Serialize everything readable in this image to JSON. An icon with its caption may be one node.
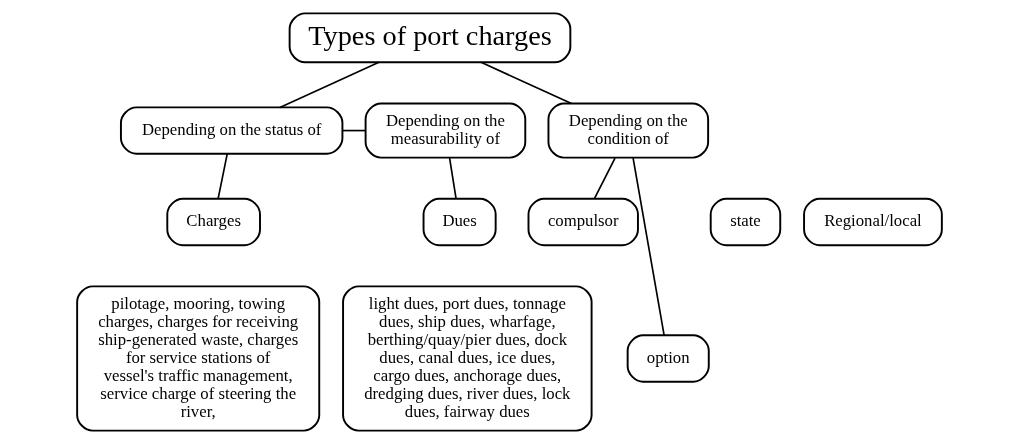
{
  "diagram": {
    "nodes": [
      {
        "text": [
          "Types of port charges"
        ]
      },
      {
        "text": [
          "Depending on the condition of"
        ]
      },
      {
        "text": [
          "Depending on the measurability of"
        ]
      },
      {
        "text": [
          "Depending on the status of"
        ]
      },
      {
        "text": [
          "compulsor"
        ]
      },
      {
        "text": [
          "option"
        ]
      },
      {
        "text": [
          "Dues"
        ]
      },
      {
        "text": [
          "Charges"
        ]
      },
      {
        "text": [
          "state"
        ]
      },
      {
        "text": [
          "Regional/local"
        ]
      },
      {
        "text": [
          "light dues, port dues, tonnage dues, ship dues, wharfage, berthing/quay/pier dues, dock dues, canal dues, ice dues, cargo dues, anchorage dues, dredging dues, river dues, lock dues, fairway dues"
        ]
      },
      {
        "text": [
          "pilotage, mooring, towing charges, charges for receiving ship-generated waste, charges for service stations of vessel's traffic management, service charge of steering the river,"
        ]
      }
    ],
    "edges": [
      {
        "from": 0,
        "to": 1,
        "arrow": "none"
      },
      {
        "from": 0,
        "to": 3,
        "arrow": "none"
      },
      {
        "from": 1,
        "to": 4,
        "arrow": "none"
      },
      {
        "from": 1,
        "to": 5,
        "arrow": "none"
      },
      {
        "from": 2,
        "to": 6,
        "arrow": "none"
      },
      {
        "from": 2,
        "to": 3,
        "arrow": "none"
      },
      {
        "from": 3,
        "to": 7,
        "arrow": "none"
      }
    ]
  }
}
